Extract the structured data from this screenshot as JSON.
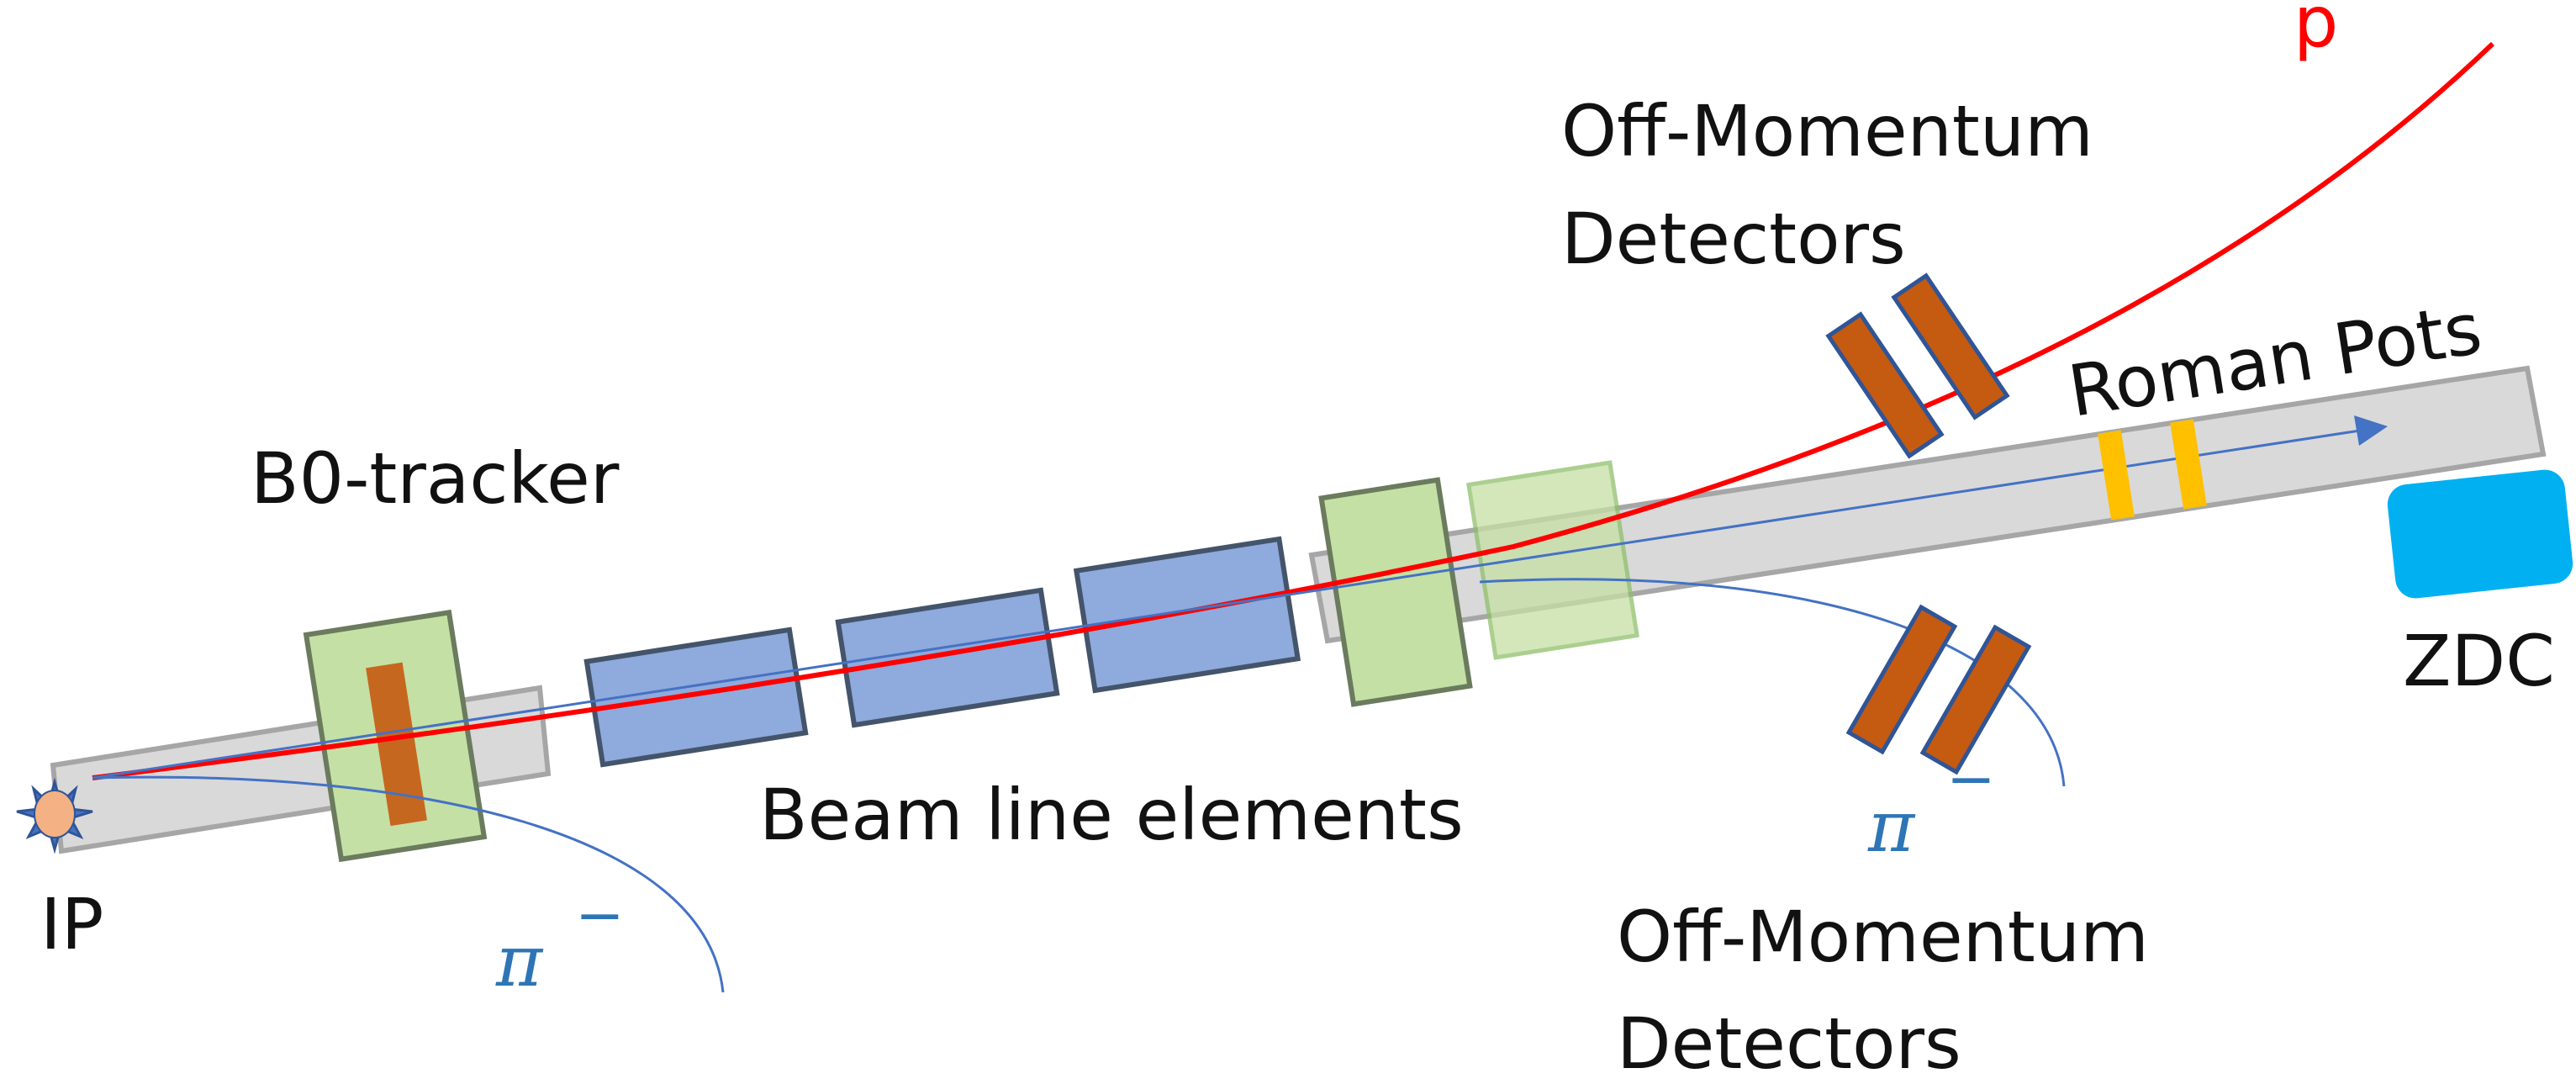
{
  "labels": {
    "ip": "IP",
    "b0_tracker": "B0-tracker",
    "beam_line_elements": "Beam line elements",
    "off_momentum_upper_line1": "Off-Momentum",
    "off_momentum_upper_line2": "Detectors",
    "off_momentum_lower_line1": "Off-Momentum",
    "off_momentum_lower_line2": "Detectors",
    "roman_pots": "Roman Pots",
    "zdc": "ZDC",
    "proton": "p",
    "pion_symbol": "π",
    "pion_charge": "−"
  },
  "colors": {
    "beampipe_fill": "#d9d9d9",
    "beampipe_stroke": "#a6a6a6",
    "b0_fill": "#c5e0a5",
    "b0_stroke": "#6b7b5e",
    "b0_sensor": "#c55a11",
    "magnet_fill": "#8faadc",
    "magnet_stroke": "#44546a",
    "detector_fill": "#c55a11",
    "detector_stroke": "#2f5597",
    "roman_pot": "#ffc000",
    "zdc_fill": "#00b0f0",
    "proton_track": "#ff0000",
    "pion_track": "#4472c4",
    "pion_label": "#2e75b6",
    "ip_fill": "#f4b183",
    "ip_star": "#2f5597"
  }
}
